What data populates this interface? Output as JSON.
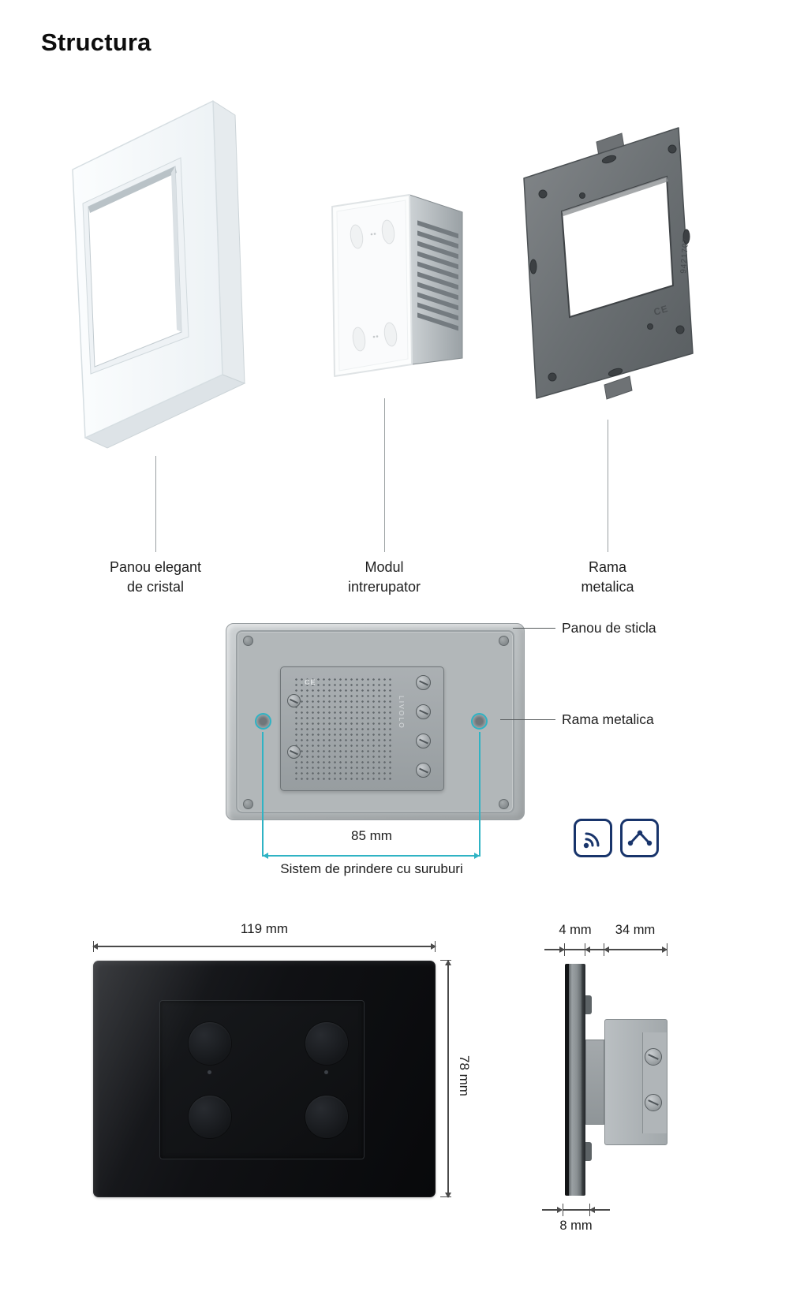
{
  "title": "Structura",
  "parts": {
    "glass_panel": {
      "label": "Panou elegant\nde cristal"
    },
    "switch_module": {
      "label": "Modul\nintrerupator"
    },
    "metal_frame": {
      "label": "Rama\nmetalica",
      "engraving_serial": "9421707",
      "engraving_ce": "CE"
    }
  },
  "back_view": {
    "callout_glass_panel": "Panou de sticla",
    "callout_metal_frame": "Rama metalica",
    "screw_distance": "85 mm",
    "caption": "Sistem de prindere cu suruburi",
    "module_ce": "CE",
    "module_brand": "LIVOLO"
  },
  "front_view": {
    "width_label": "119 mm",
    "height_label": "78 mm"
  },
  "side_view": {
    "glass_label": "4 mm",
    "module_label": "34 mm",
    "bottom_label": "8 mm"
  },
  "features": {
    "rf_icon": "rf-remote-control",
    "two_way_icon": "two-way-switching"
  },
  "colors": {
    "accent_teal": "#2fb3c4",
    "icon_navy": "#18346b",
    "dim_gray": "#4a4a4a",
    "metal_gray": "#6b7073",
    "glass_black": "#0b0c0e"
  }
}
